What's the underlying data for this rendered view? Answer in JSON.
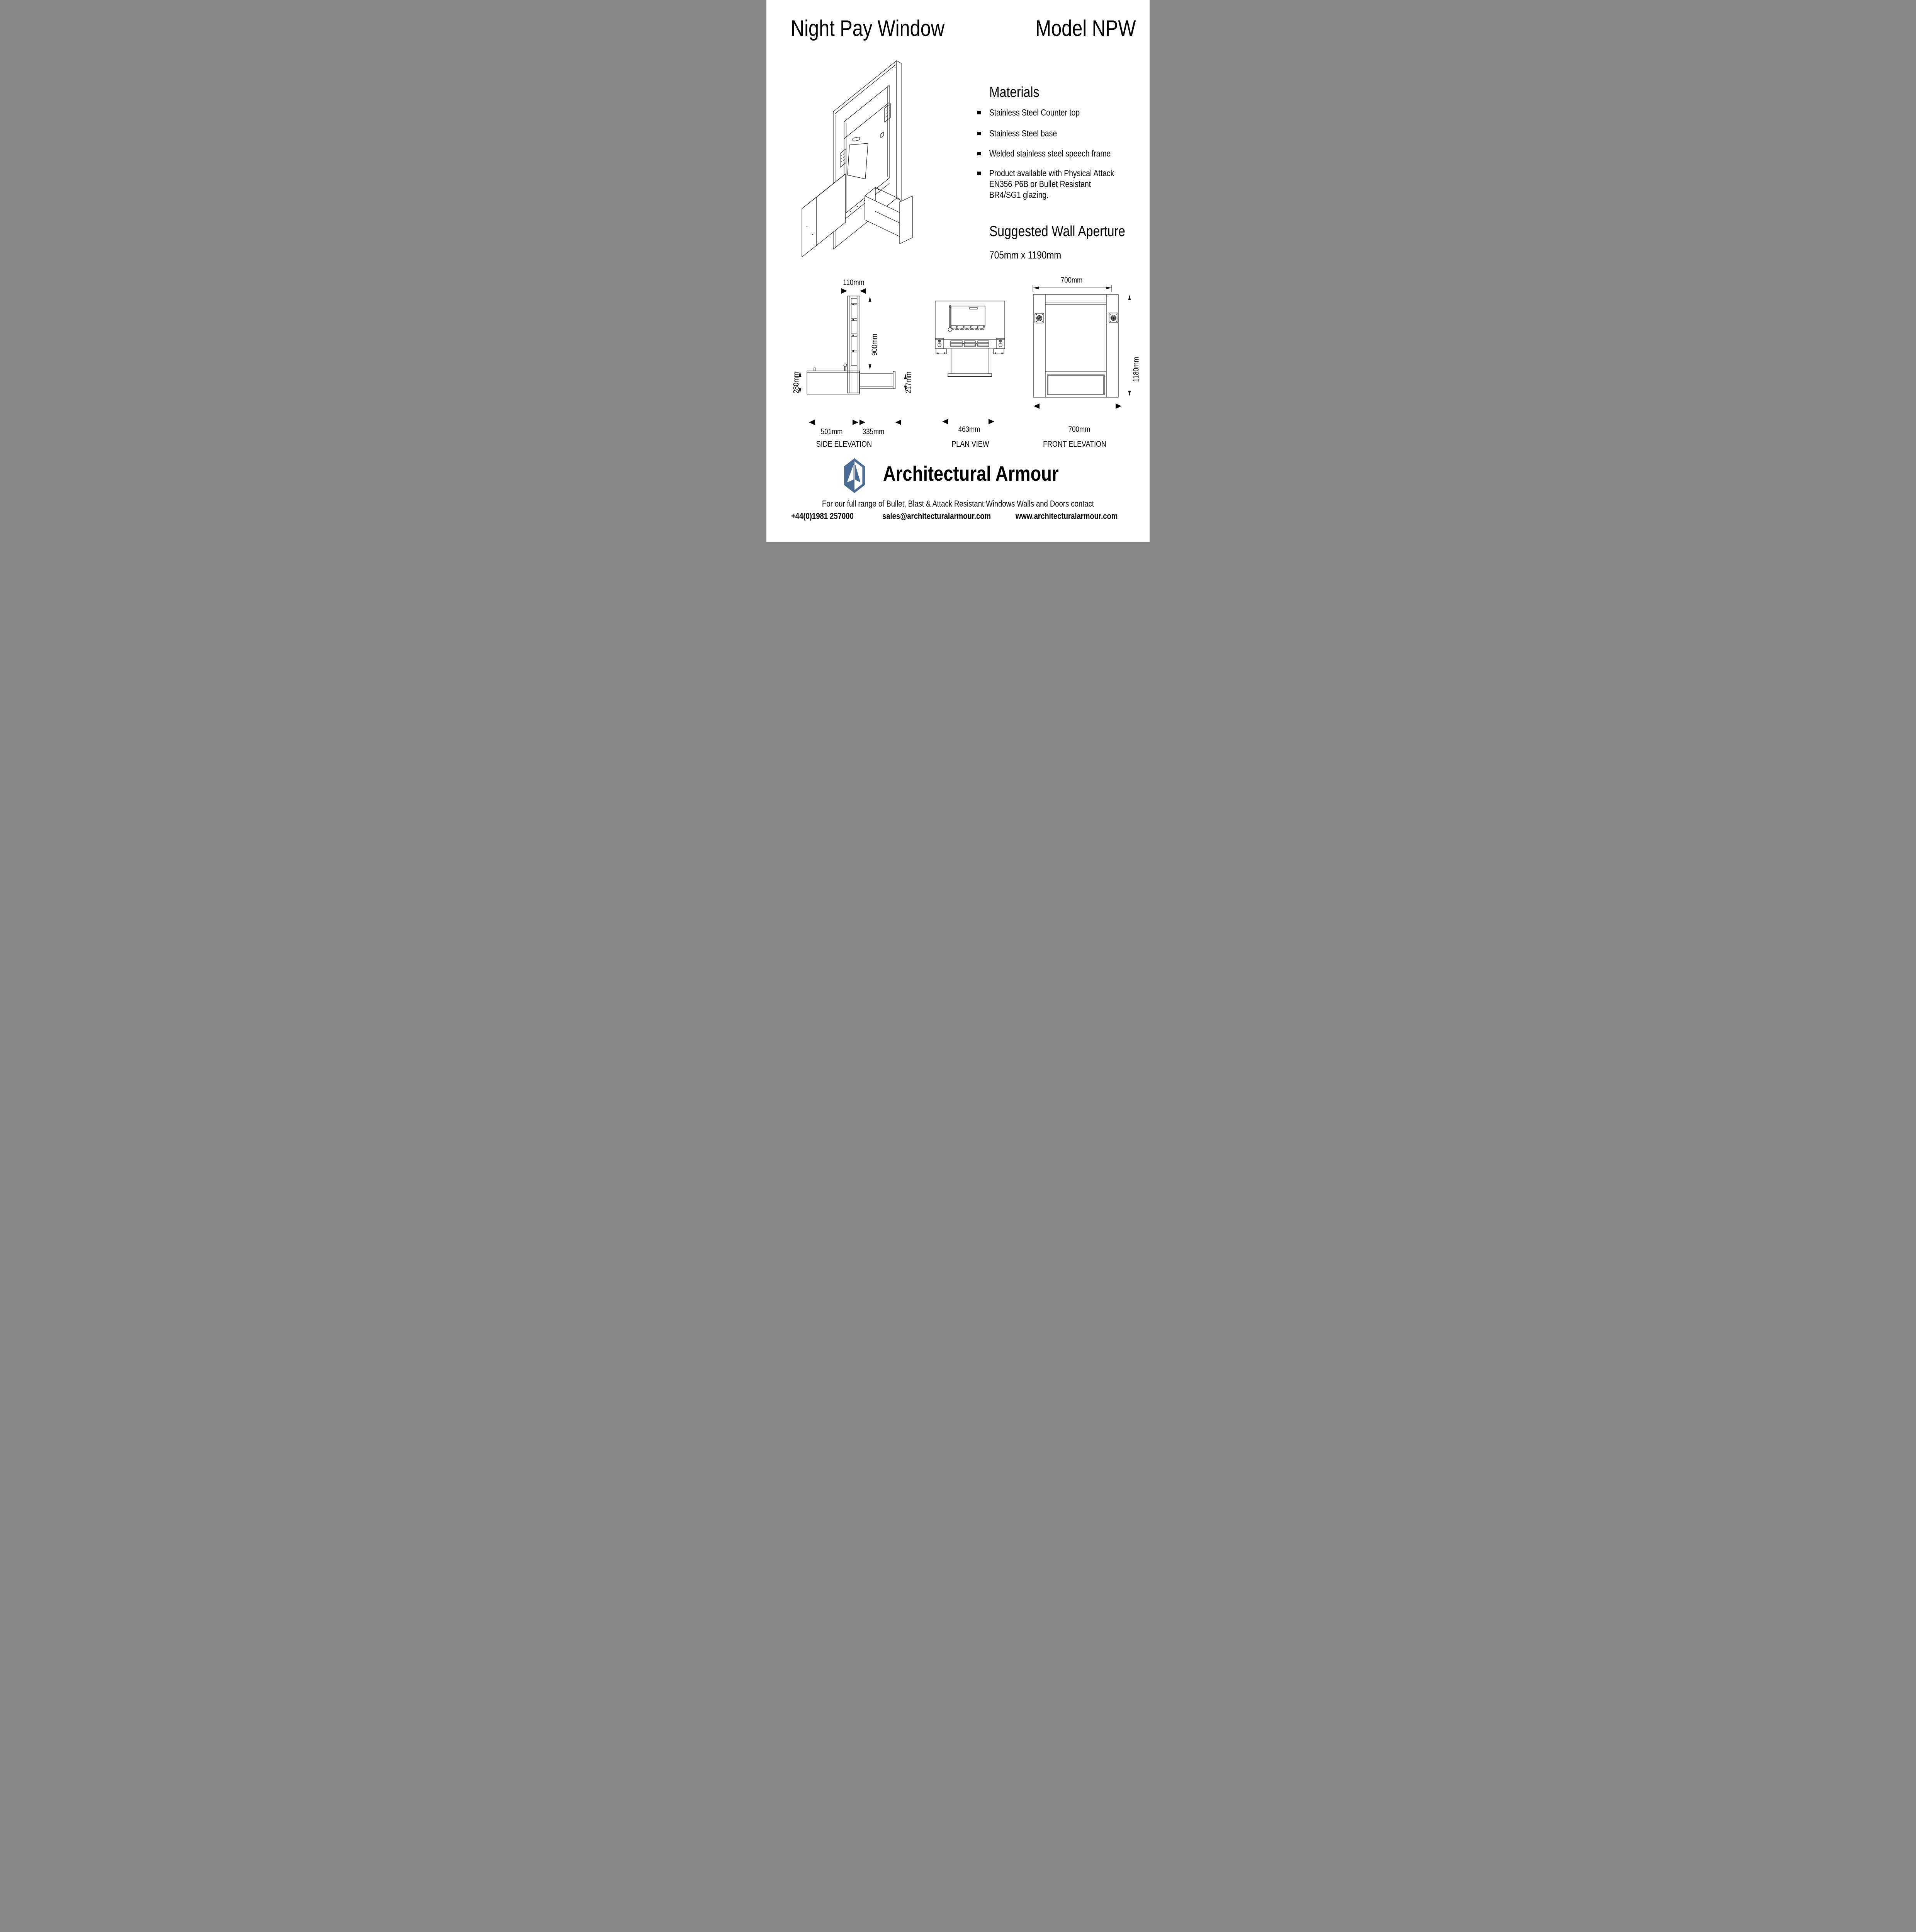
{
  "header": {
    "title": "Night Pay Window",
    "model": "Model NPW"
  },
  "materials": {
    "heading": "Materials",
    "items": [
      {
        "lines": [
          "Stainless Steel Counter top"
        ]
      },
      {
        "lines": [
          "Stainless Steel base"
        ]
      },
      {
        "lines": [
          "Welded stainless steel speech frame"
        ]
      },
      {
        "lines": [
          "Product available with Physical Attack",
          "EN356 P6B or Bullet Resistant",
          "BR4/SG1 glazing."
        ]
      }
    ]
  },
  "aperture": {
    "heading": "Suggested Wall Aperture",
    "size": "705mm x 1190mm"
  },
  "views": {
    "side": {
      "title": "SIDE ELEVATION",
      "dim_top": "110mm",
      "dim_height": "900mm",
      "dim_left": "280mm",
      "dim_drawer": "217mm",
      "dim_base": "501mm",
      "dim_extension": "335mm"
    },
    "plan": {
      "title": "PLAN VIEW",
      "dim_width": "463mm"
    },
    "front": {
      "title": "FRONT ELEVATION",
      "dim_top": "700mm",
      "dim_height": "1180mm",
      "dim_bottom": "700mm"
    }
  },
  "footer": {
    "brand": "Architectural Armour",
    "tagline": "For our full range of Bullet, Blast & Attack Resistant Windows Walls and Doors contact",
    "phone": "+44(0)1981 257000",
    "email": "sales@architecturalarmour.com",
    "website": "www.architecturalarmour.com",
    "logo_color": "#4A6B94"
  }
}
